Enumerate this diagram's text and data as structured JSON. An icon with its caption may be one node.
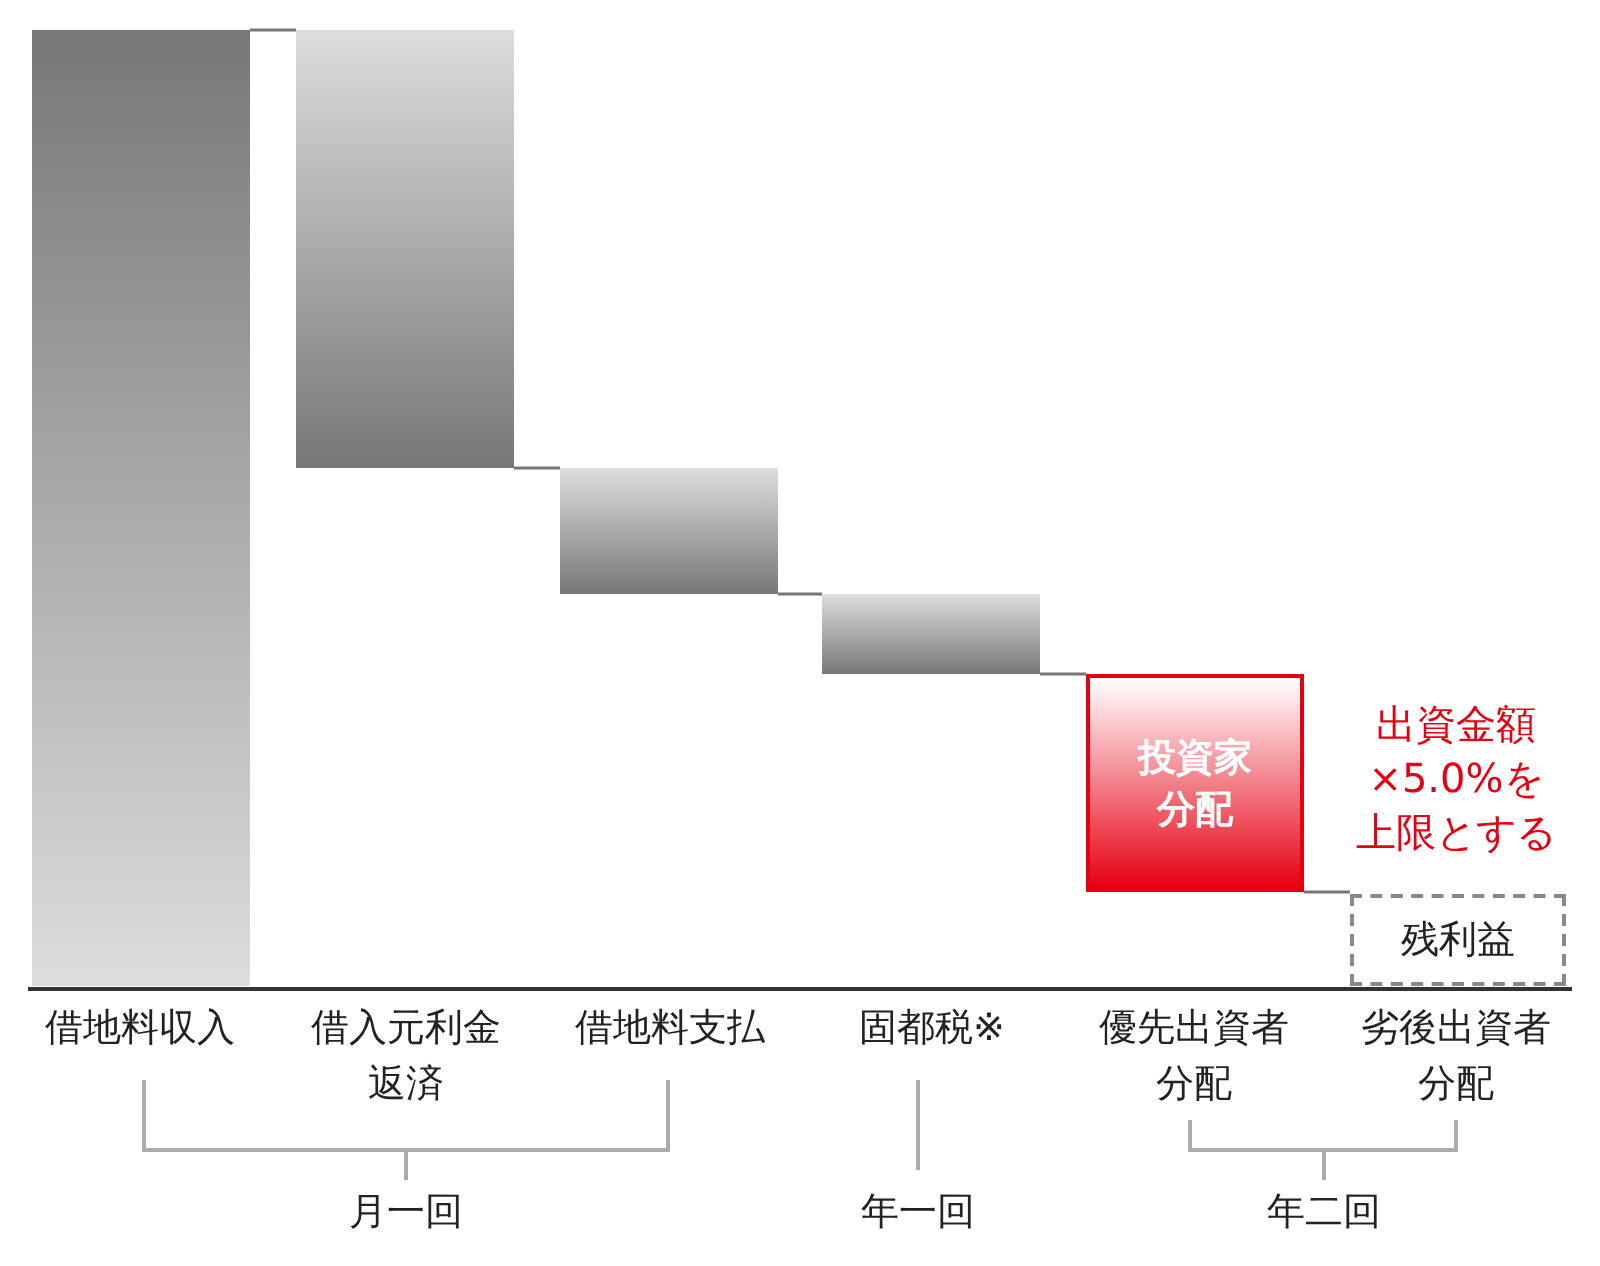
{
  "diagram": {
    "nodes": [
      {
        "text": [],
        "shape": "bar"
      },
      {
        "text": [],
        "shape": "bar"
      },
      {
        "text": [],
        "shape": "bar"
      },
      {
        "text": [],
        "shape": "bar"
      },
      {
        "text": [
          "投資家分配"
        ],
        "beside": [
          "出資金額×5.0%を上限とする"
        ]
      },
      {
        "text": [
          "残利益"
        ]
      }
    ],
    "edges": [
      {
        "from": 0,
        "to": 1,
        "arrow": "none"
      },
      {
        "from": 1,
        "to": 2,
        "arrow": "none"
      },
      {
        "from": 2,
        "to": 3,
        "arrow": "none"
      },
      {
        "from": 3,
        "to": 4,
        "arrow": "none"
      },
      {
        "from": 4,
        "to": 5,
        "arrow": "none"
      }
    ],
    "labels": [
      "借地料収入",
      "借入元利金返済",
      "借地料支払",
      "固都税※",
      "優先出資者分配",
      "劣後出資者分配",
      "月一回",
      "年一回",
      "年二回"
    ]
  }
}
